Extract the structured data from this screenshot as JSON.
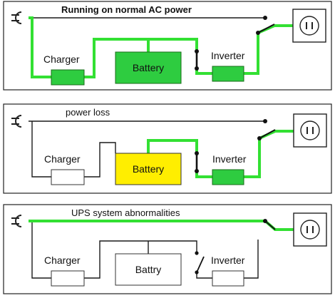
{
  "colors": {
    "active": "#33e033",
    "inactive": "#1a1a1a",
    "charger_on": "#2ecc40",
    "battery_on": "#2ecc40",
    "battery_warning": "#ffee00",
    "inverter_on": "#2ecc40",
    "box_off": "#ffffff"
  },
  "panels": [
    {
      "title": "Running on normal AC power",
      "charger": "Charger",
      "battery": "Battery",
      "inverter": "Inverter"
    },
    {
      "title": "power loss",
      "charger": "Charger",
      "battery": "Battery",
      "inverter": "Inverter"
    },
    {
      "title": "UPS system abnormalities",
      "charger": "Charger",
      "battery": "Battry",
      "inverter": "Inverter"
    }
  ]
}
